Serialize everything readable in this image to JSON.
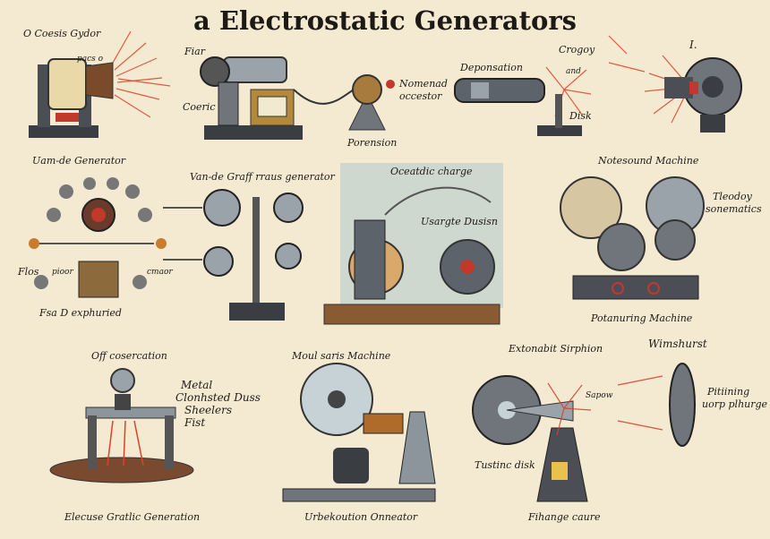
{
  "title": "a Electrostatic Generators",
  "colors": {
    "background": "#f4ead2",
    "metal": "#6f757b",
    "dark": "#3a3d42",
    "spark": "#d8432a",
    "copper": "#b06a2a",
    "wood": "#8a5a32",
    "panel": "#cfd8cf"
  },
  "labels": {
    "top_left_title": "O Coesis Gydor",
    "top_left_small": "pacs o",
    "fiar": "Fiar",
    "coeric": "Coeric",
    "nomenad": "Nomenad",
    "oscestor": "occestor",
    "porension": "Porension",
    "deponsation": "Deponsation",
    "crogoy": "Crogoy",
    "end": "and",
    "disk_top": "Disk",
    "l_label": "I.",
    "uamde": "Uam-de Generator",
    "vandegraff": "Van-de Graff rraus generator",
    "oceatic": "Oceatdic charge",
    "usargte": "Usargte Dusisn",
    "notesound": "Notesound Machine",
    "tleodoy": "Tleodoy",
    "sonematics": "sonematics",
    "flos": "Flos",
    "pioor": "pioor",
    "cmaor": "cmaor",
    "fsad": "Fsa D exphuried",
    "potanuring": "Potanuring Machine",
    "off_coseration": "Off cosercation",
    "metal": "Metal",
    "clonhsted": "Clonhsted Duss",
    "sheelers": "Sheelers",
    "fist": "Fist",
    "elecuse": "Elecuse Gratlic Generation",
    "moulsaris": "Moul saris Machine",
    "urbekoution": "Urbekoution Onneator",
    "extonabit": "Extonabit Sirphion",
    "wimshurst": "Wimshurst",
    "sapow": "Sapow",
    "pitiining": "Pitiining",
    "uorp": "uorp plhurge",
    "tustinc": "Tustinc disk",
    "fihange": "Fihange caure"
  }
}
